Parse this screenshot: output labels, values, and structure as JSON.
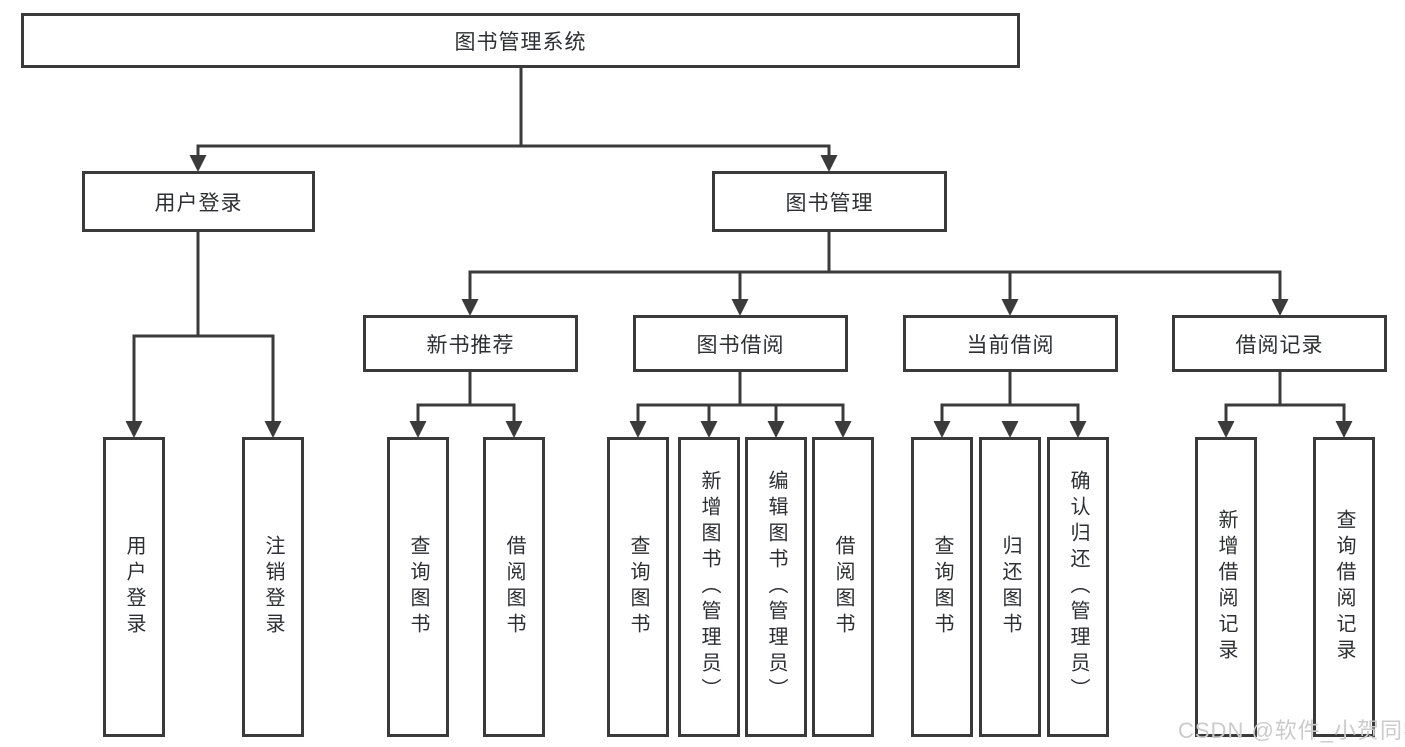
{
  "tree": {
    "root": {
      "label": "图书管理系统"
    },
    "user_login": {
      "label": "用户登录",
      "children": [
        "用户登录",
        "注销登录"
      ]
    },
    "book_mgmt": {
      "label": "图书管理",
      "sections": [
        {
          "label": "新书推荐",
          "children": [
            "查询图书",
            "借阅图书"
          ]
        },
        {
          "label": "图书借阅",
          "children": [
            "查询图书",
            "新增图书（管理员）",
            "编辑图书（管理员）",
            "借阅图书"
          ]
        },
        {
          "label": "当前借阅",
          "children": [
            "查询图书",
            "归还图书",
            "确认归还（管理员）"
          ]
        },
        {
          "label": "借阅记录",
          "children": [
            "新增借阅记录",
            "查询借阅记录"
          ]
        }
      ]
    }
  },
  "watermark": {
    "text": "CSDN @软件_小贺同学"
  },
  "colors": {
    "line": "#3b3b3b",
    "border": "#3a3a3a",
    "text": "#2d2f33",
    "watermark": "#cbcbcb"
  }
}
